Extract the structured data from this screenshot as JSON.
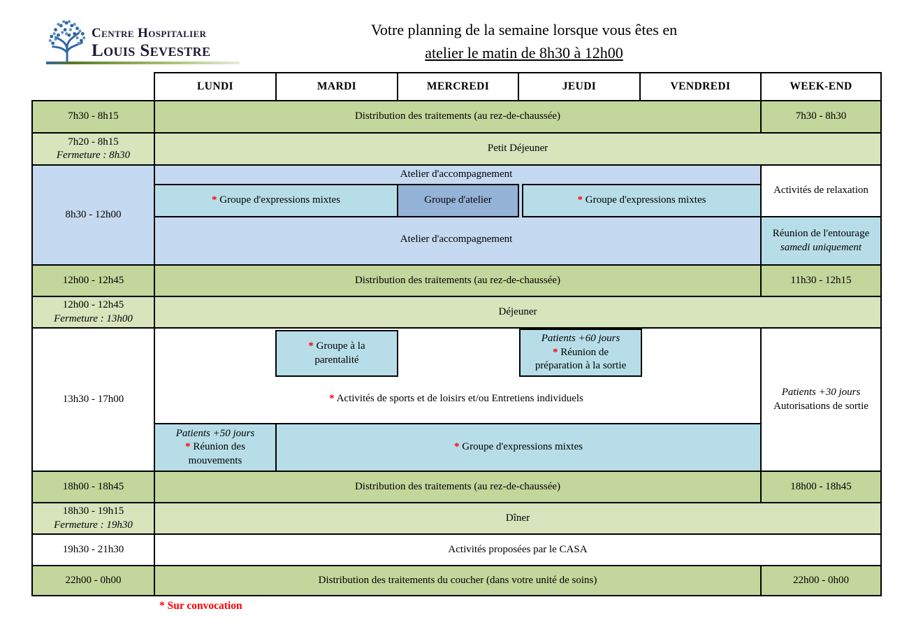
{
  "page": {
    "logo": {
      "line1": "Centre Hospitalier",
      "line2": "Louis Sevestre"
    },
    "title": {
      "line1": "Votre planning de la semaine lorsque vous êtes en",
      "line2": "atelier le matin de 8h30 à 12h00"
    },
    "asterisk": "*",
    "footnote": "Sur convocation"
  },
  "table": {
    "day_headers": [
      "LUNDI",
      "MARDI",
      "MERCREDI",
      "JEUDI",
      "VENDREDI",
      "WEEK-END"
    ],
    "rows": {
      "morning_meds": {
        "time": "7h30 - 8h15",
        "label": "Distribution des traitements (au rez-de-chaussée)",
        "weekend_time": "7h30 - 8h30"
      },
      "breakfast": {
        "time": "7h20 - 8h15",
        "closing": "Fermeture : 8h30",
        "label": "Petit Déjeuner"
      },
      "workshop": {
        "time": "8h30 - 12h00",
        "top_label": "Atelier d'accompagnement",
        "group_expr_left": "Groupe d'expressions mixtes",
        "group_atelier": "Groupe d'atelier",
        "group_expr_right": "Groupe d'expressions mixtes",
        "bottom_label": "Atelier d'accompagnement",
        "weekend_relax": "Activités de relaxation",
        "weekend_meeting": "Réunion de l'entourage",
        "weekend_meeting_note": "samedi uniquement"
      },
      "noon_meds": {
        "time": "12h00 - 12h45",
        "label": "Distribution des traitements (au rez-de-chaussée)",
        "weekend_time": "11h30 - 12h15"
      },
      "lunch": {
        "time": "12h00 - 12h45",
        "closing": "Fermeture : 13h00",
        "label": "Déjeuner"
      },
      "afternoon": {
        "time": "13h30 - 17h00",
        "parenting_line1": "Groupe à la",
        "parenting_line2": "parentalité",
        "plus60_note": "Patients +60 jours",
        "plus60_line1": "Réunion de",
        "plus60_line2": "préparation à la sortie",
        "sports_label": "Activités de sports et de loisirs et/ou Entretiens individuels",
        "plus50_note": "Patients +50 jours",
        "plus50_line1": "Réunion des",
        "plus50_line2": "mouvements",
        "group_expr": "Groupe d'expressions mixtes",
        "weekend_note": "Patients +30 jours",
        "weekend_label": "Autorisations de sortie"
      },
      "evening_meds": {
        "time": "18h00 - 18h45",
        "label": "Distribution des traitements (au rez-de-chaussée)",
        "weekend_time": "18h00 - 18h45"
      },
      "dinner": {
        "time": "18h30 - 19h15",
        "closing": "Fermeture : 19h30",
        "label": "Dîner"
      },
      "casa": {
        "time": "19h30 - 21h30",
        "label": "Activités proposées par le CASA"
      },
      "night_meds": {
        "time": "22h00 - 0h00",
        "label": "Distribution des traitements du coucher (dans votre unité de soins)",
        "weekend_time": "22h00 - 0h00"
      }
    }
  },
  "colors": {
    "dark_green": "#C3D69B",
    "light_green": "#D7E4BC",
    "pale_blue": "#C5D9F1",
    "cyan": "#B7DEE8",
    "medium_blue": "#95B3D7",
    "border": "#000000",
    "asterisk_red": "#FF0000",
    "logo_blue": "#2F66A3"
  }
}
